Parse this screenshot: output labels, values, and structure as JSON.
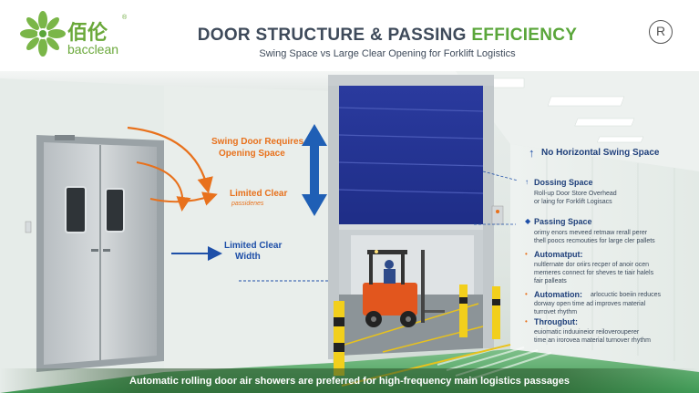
{
  "brand": {
    "name_cn": "佰伦",
    "name_en": "bacclean",
    "reg_small": "®"
  },
  "header": {
    "title_main": "DOOR STRUCTURE & PASSING ",
    "title_accent": "EFFICIENCY",
    "subtitle": "Swing Space vs Large Clear Opening for Forklift Logistics",
    "reg_mark": "R"
  },
  "left_annotations": {
    "swing_door_line1": "Swing Door Requires",
    "swing_door_line2": "Opening Space",
    "limited_clear": "Limited Clear",
    "limited_clear_sub": "passidenes",
    "limited_width_line1": "Limited Clear",
    "limited_width_line2": "Width"
  },
  "right_panel": {
    "no_swing": "No Horizontal Swing Space",
    "items": [
      {
        "title": "Dossing Space",
        "desc": [
          "Roll-up Door Store Overhead",
          "or laing for Forklift Logisacs"
        ]
      },
      {
        "title": "Passing Space",
        "desc": [
          "orimy enors meveed retmaw rerall perer",
          "thell poocs recmouties for large cler pallets"
        ]
      },
      {
        "title": "Automatput:",
        "desc": [
          "nultlernate dor oriirs recper of anoir ocen",
          "memeres connect for sheves te tiair halels",
          "fair palleats"
        ]
      },
      {
        "title": "Automation:",
        "title_rest": "arlocuctic boeiin reduces",
        "desc": [
          "dorway open time ad improves material",
          "turrovet rhythm"
        ]
      },
      {
        "title": "Througbut:",
        "desc": [
          "euiomatic induuineior reiloverouperer",
          "time an irorovea material turnover rhythm"
        ]
      }
    ]
  },
  "footer": {
    "text": "Automatic rolling door air showers are preferred for high-frequency main logistics passages"
  },
  "colors": {
    "brand_green": "#5aa63a",
    "annotation_orange": "#e8711c",
    "annotation_blue": "#1e4fa8",
    "door_blue": "#24359a",
    "forklift_orange": "#e2561e"
  },
  "icons": [
    "leaf-logo-icon",
    "registered-icon",
    "vertical-double-arrow-icon",
    "up-arrow-icon",
    "diamond-bullet-icon"
  ]
}
